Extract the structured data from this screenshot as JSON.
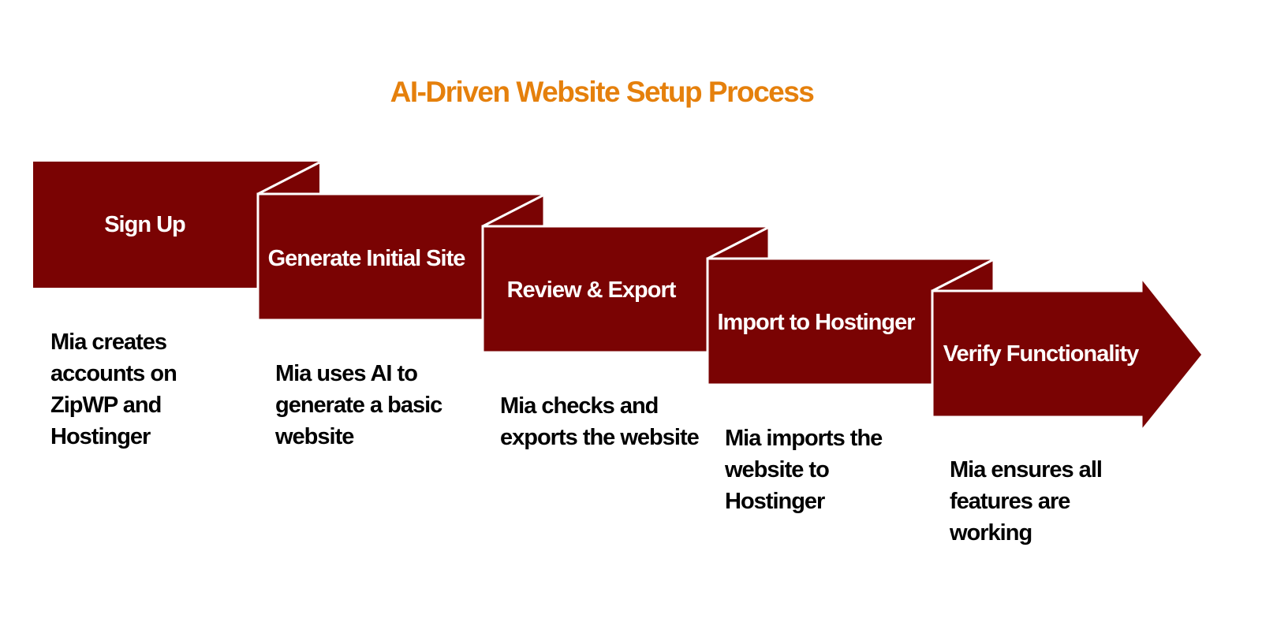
{
  "title": "AI-Driven Website Setup Process",
  "colors": {
    "box": "#7A0303",
    "title": "#E5800C",
    "outline": "#FFFFFF"
  },
  "steps": [
    {
      "label": "Sign Up",
      "description": "Mia creates accounts on ZipWP and Hostinger"
    },
    {
      "label": "Generate Initial Site",
      "description": "Mia uses AI to generate a basic website"
    },
    {
      "label": "Review & Export",
      "description": "Mia checks and exports the website"
    },
    {
      "label": "Import to Hostinger",
      "description": "Mia imports the website to Hostinger"
    },
    {
      "label": "Verify Functionality",
      "description": "Mia ensures all features are working"
    }
  ]
}
